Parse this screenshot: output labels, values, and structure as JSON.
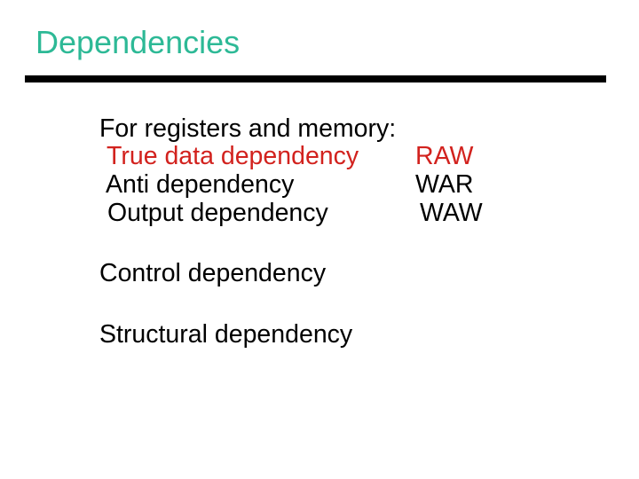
{
  "slide": {
    "title": "Dependencies",
    "body": {
      "intro": "For registers and memory:",
      "dependency_rows": [
        {
          "label": "True data dependency",
          "acronym": "RAW",
          "highlighted": true
        },
        {
          "label": "Anti dependency",
          "acronym": "WAR",
          "highlighted": false
        },
        {
          "label": "Output dependency",
          "acronym": "WAW",
          "highlighted": false
        }
      ],
      "extra_lines": [
        "Control dependency",
        "Structural dependency"
      ]
    },
    "colors": {
      "title_green": "#2DB996",
      "highlight_red": "#D2221E",
      "body_text": "#000000",
      "underline": "#000000",
      "background": "#FFFFFF"
    }
  }
}
